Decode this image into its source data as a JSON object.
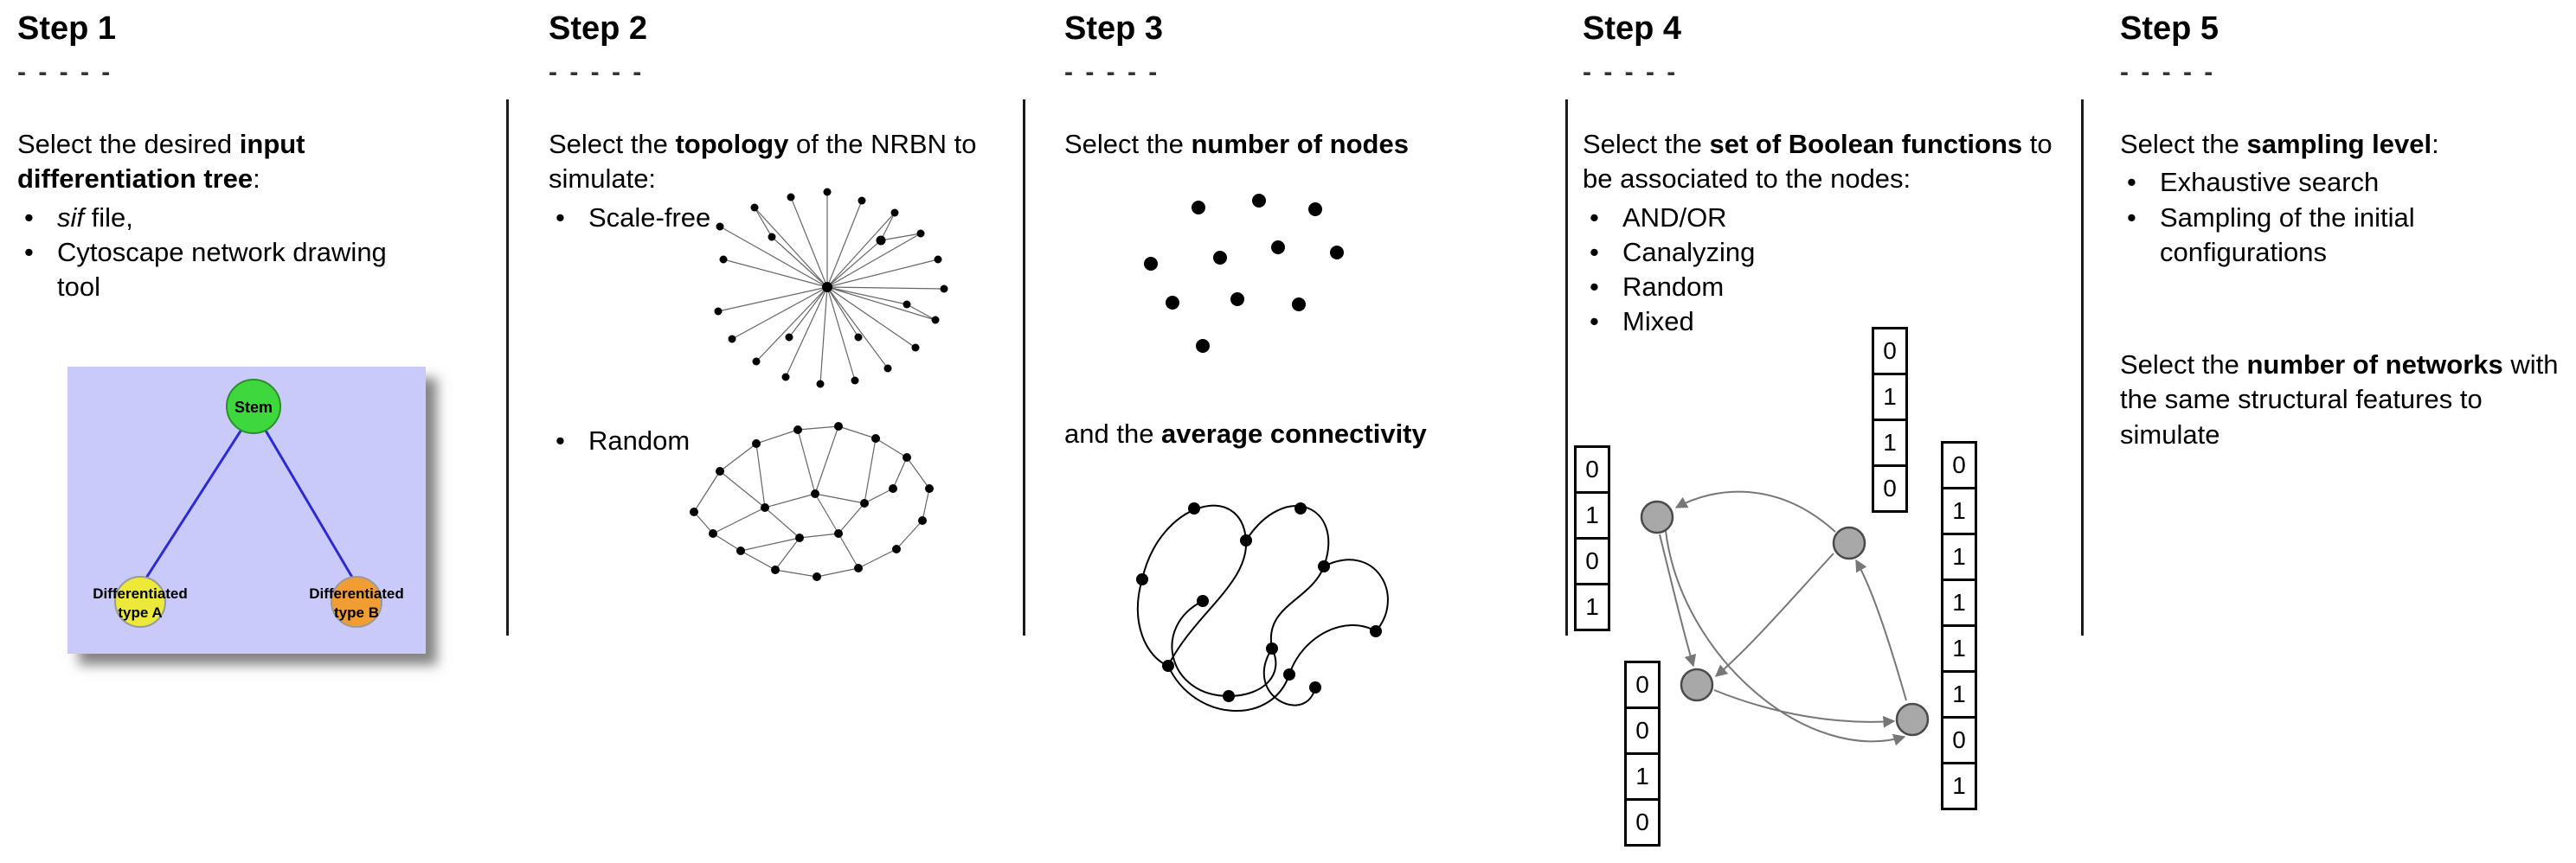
{
  "steps": [
    {
      "header": "Step 1",
      "dashes": "- - - - -",
      "intro": {
        "pre": "Select the desired ",
        "bold": "input differentiation tree",
        "post": ":"
      },
      "bullet1": {
        "italic": "sif",
        "rest": " file,"
      },
      "bullet2": "Cytoscape network drawing tool",
      "tree": {
        "stem": "Stem",
        "type_a_line1": "Differentiated",
        "type_a_line2": "type A",
        "type_b_line1": "Differentiated",
        "type_b_line2": "type B",
        "colors": {
          "background": "#c9caf9",
          "stem_fill": "#3ed83e",
          "type_a_fill": "#ece93b",
          "type_b_fill": "#f09e33",
          "edge": "#2b2bd6"
        }
      }
    },
    {
      "header": "Step 2",
      "dashes": "- - - - -",
      "intro": {
        "pre": "Select the ",
        "bold": "topology",
        "post": " of the NRBN to simulate:"
      },
      "bullet1": "Scale-free",
      "bullet2": "Random"
    },
    {
      "header": "Step 3",
      "dashes": "- - - - -",
      "intro": {
        "pre": "Select the ",
        "bold": "number of nodes",
        "post": ""
      },
      "connectivity": {
        "pre": "and the ",
        "bold": "average connectivity",
        "post": ""
      }
    },
    {
      "header": "Step 4",
      "dashes": "- - - - -",
      "intro": {
        "pre": "Select the ",
        "bold": "set of Boolean functions",
        "post": " to be associated to the nodes:"
      },
      "bullets": [
        "AND/OR",
        "Canalyzing",
        "Random",
        "Mixed"
      ],
      "truth_tables": {
        "top": [
          "0",
          "1",
          "1",
          "0"
        ],
        "left": [
          "0",
          "1",
          "0",
          "1"
        ],
        "bottom_left": [
          "0",
          "0",
          "1",
          "0"
        ],
        "right": [
          "0",
          "1",
          "1",
          "1",
          "1",
          "1",
          "0",
          "1"
        ]
      }
    },
    {
      "header": "Step 5",
      "dashes": "- - - - -",
      "intro": {
        "pre": "Select the ",
        "bold": "sampling level",
        "post": ":"
      },
      "bullets": [
        "Exhaustive search",
        "Sampling of the initial configurations"
      ],
      "networks": {
        "pre": "Select the ",
        "bold": "number of networks",
        "post": " with the same structural features to simulate"
      }
    }
  ]
}
